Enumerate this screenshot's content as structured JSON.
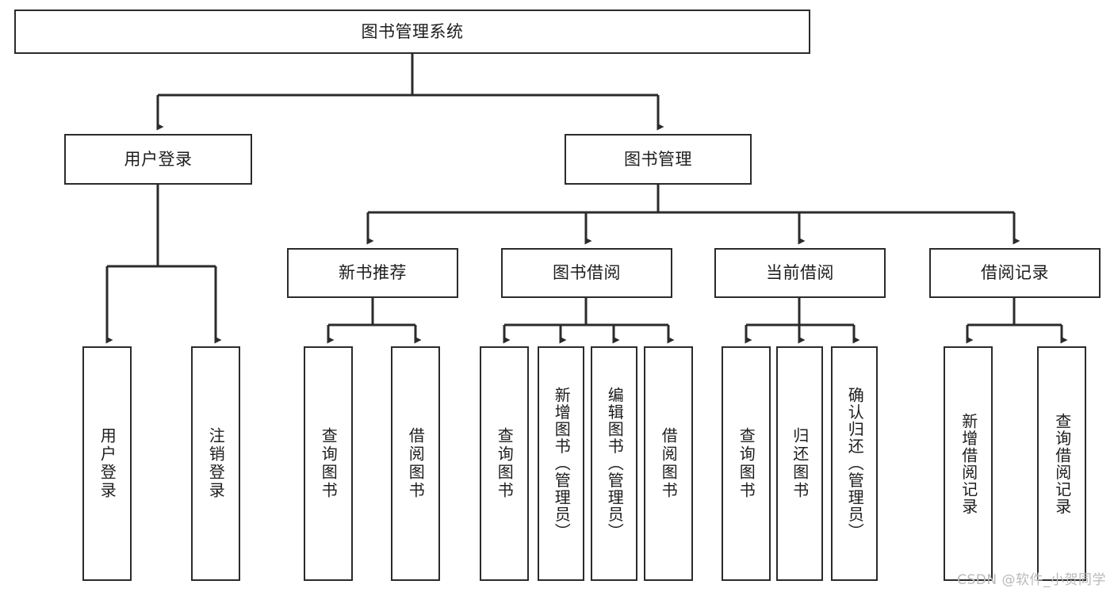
{
  "diagram": {
    "type": "tree-hierarchy-chart",
    "orientation": "top-down",
    "root": {
      "id": "root",
      "label": "图书管理系统"
    },
    "level2": [
      {
        "id": "user-login",
        "label": "用户登录"
      },
      {
        "id": "book-manage",
        "label": "图书管理"
      }
    ],
    "level3": [
      {
        "id": "new-book-recommend",
        "label": "新书推荐",
        "parent": "book-manage"
      },
      {
        "id": "book-borrow",
        "label": "图书借阅",
        "parent": "book-manage"
      },
      {
        "id": "current-borrow",
        "label": "当前借阅",
        "parent": "book-manage"
      },
      {
        "id": "borrow-record",
        "label": "借阅记录",
        "parent": "book-manage"
      }
    ],
    "leaves": [
      {
        "id": "leaf-user-login",
        "label": "用户登录",
        "parent": "user-login"
      },
      {
        "id": "leaf-user-logout",
        "label": "注销登录",
        "parent": "user-login"
      },
      {
        "id": "leaf-query-book-1",
        "label": "查询图书",
        "parent": "new-book-recommend"
      },
      {
        "id": "leaf-borrow-book-1",
        "label": "借阅图书",
        "parent": "new-book-recommend"
      },
      {
        "id": "leaf-query-book-2",
        "label": "查询图书",
        "parent": "book-borrow"
      },
      {
        "id": "leaf-add-book",
        "label": "新增图书（管理员）",
        "parent": "book-borrow"
      },
      {
        "id": "leaf-edit-book",
        "label": "编辑图书（管理员）",
        "parent": "book-borrow"
      },
      {
        "id": "leaf-borrow-book-2",
        "label": "借阅图书",
        "parent": "book-borrow"
      },
      {
        "id": "leaf-query-book-3",
        "label": "查询图书",
        "parent": "current-borrow"
      },
      {
        "id": "leaf-return-book",
        "label": "归还图书",
        "parent": "current-borrow"
      },
      {
        "id": "leaf-confirm-return",
        "label": "确认归还（管理员）",
        "parent": "current-borrow"
      },
      {
        "id": "leaf-add-record",
        "label": "新增借阅记录",
        "parent": "borrow-record"
      },
      {
        "id": "leaf-query-record",
        "label": "查询借阅记录",
        "parent": "borrow-record"
      }
    ]
  },
  "watermark": {
    "text": "CSDN @软件_小贺同学"
  },
  "colors": {
    "stroke": "#2b2b2b",
    "fill": "#ffffff",
    "text": "#1d1d1d",
    "watermark": "#b9b9b9"
  }
}
